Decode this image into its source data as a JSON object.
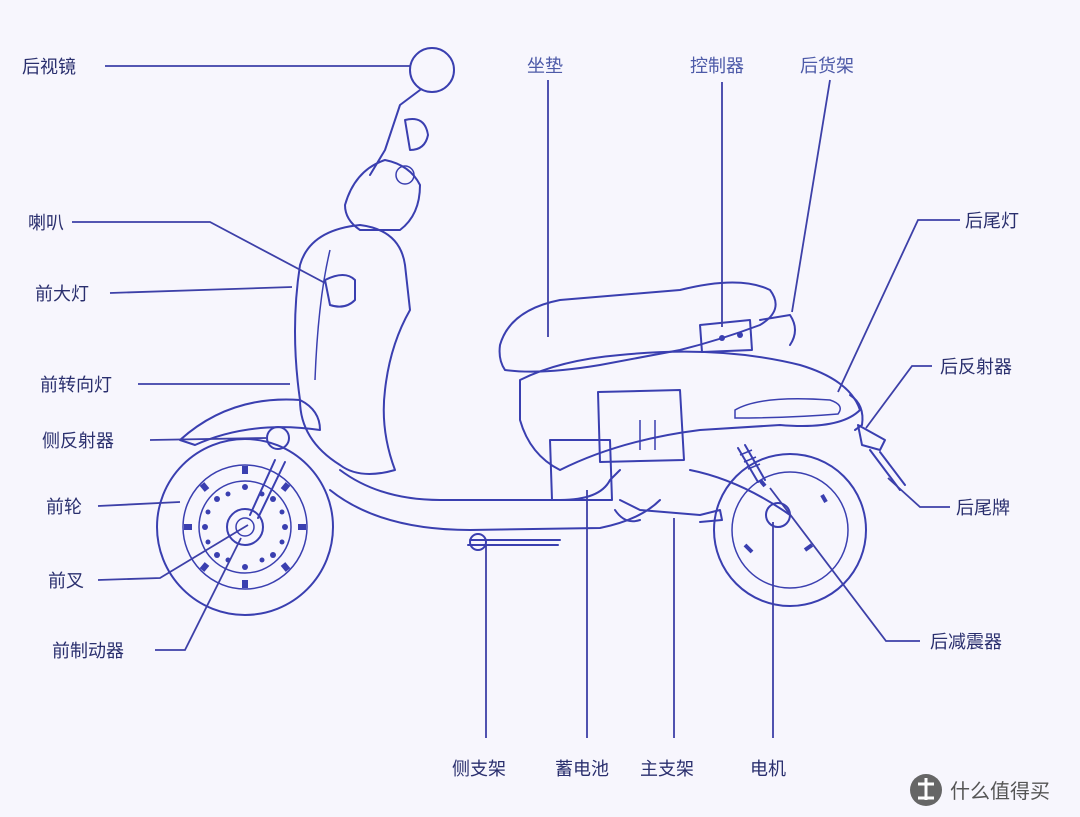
{
  "diagram": {
    "parts": {
      "rear_mirror": "后视镜",
      "horn": "喇叭",
      "headlight": "前大灯",
      "front_turn_signal": "前转向灯",
      "side_reflector": "侧反射器",
      "front_wheel": "前轮",
      "front_fork": "前叉",
      "front_brake": "前制动器",
      "seat": "坐垫",
      "controller": "控制器",
      "rear_rack": "后货架",
      "tail_light": "后尾灯",
      "rear_reflector": "后反射器",
      "license_plate": "后尾牌",
      "rear_shock": "后减震器",
      "side_stand": "侧支架",
      "battery": "蓄电池",
      "main_stand": "主支架",
      "motor": "电机"
    }
  },
  "watermark": {
    "text": "什么值得买",
    "icon": "zhi-logo-icon"
  },
  "colors": {
    "background": "#f7f6fd",
    "line": "#3a3fb0",
    "text": "#2a2f6e"
  }
}
